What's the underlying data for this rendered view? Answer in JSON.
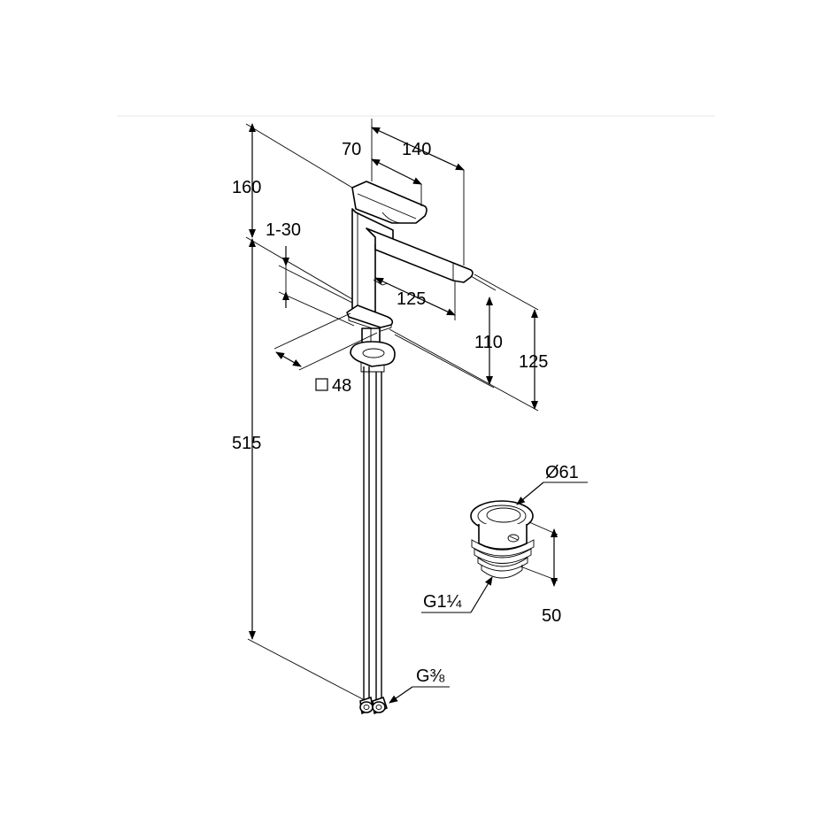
{
  "dimensions": {
    "d70": "70",
    "d140": "140",
    "d160": "160",
    "d1_30": "1-30",
    "d125_spout": "125",
    "d110": "110",
    "d125_right": "125",
    "d48": "48",
    "d515": "515",
    "d61": "Ø61",
    "d50": "50",
    "g114": "G1¼",
    "g38": "G⅜"
  }
}
